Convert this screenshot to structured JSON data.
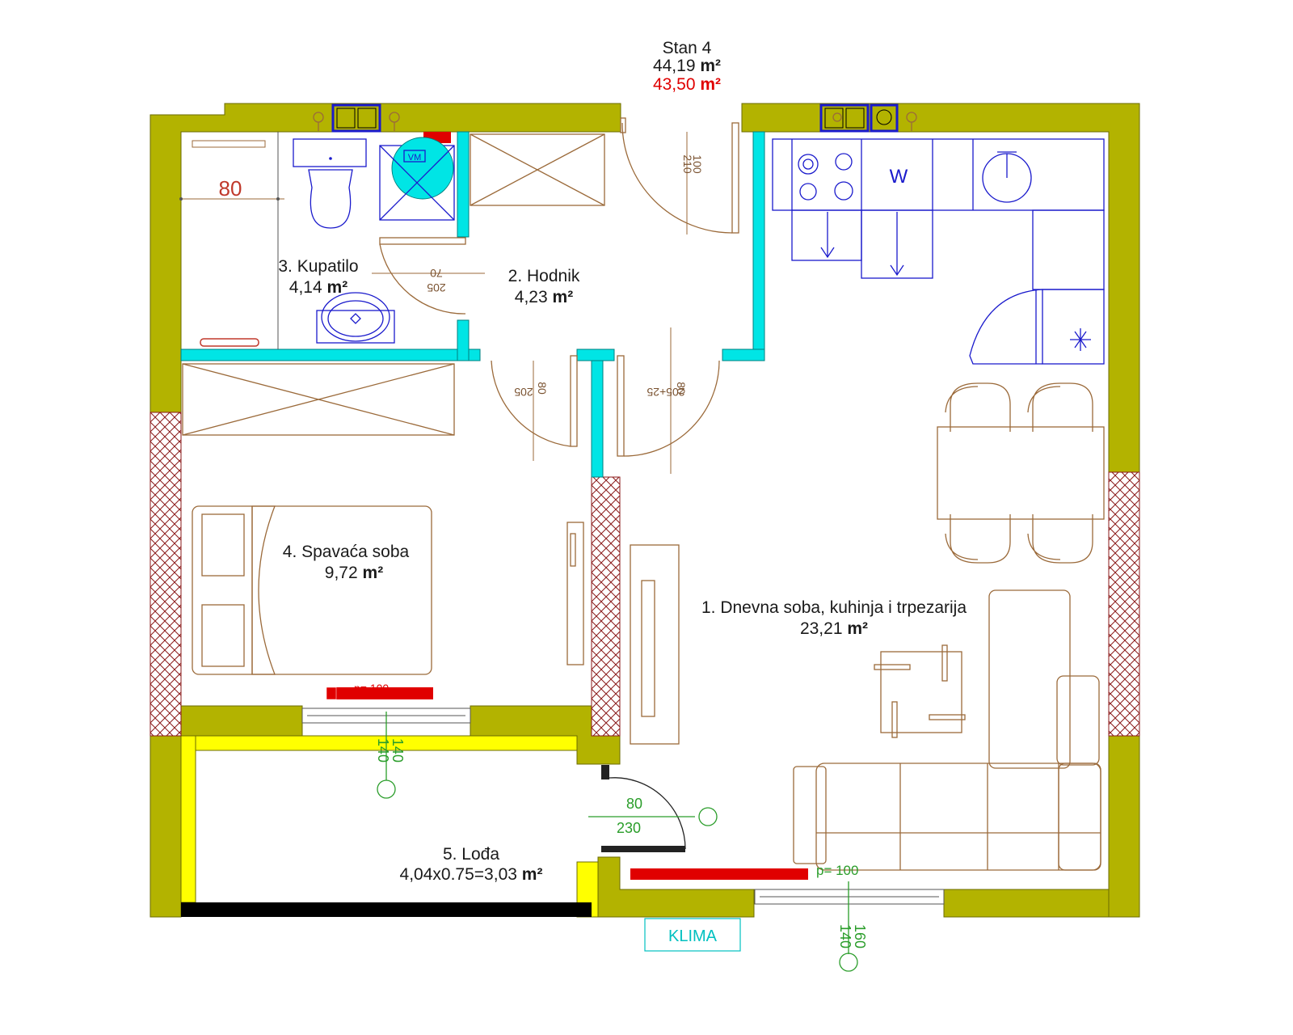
{
  "header": {
    "title": "Stan 4",
    "area_gross_value": "44,19",
    "area_net_value": "43,50",
    "unit": "m²",
    "net_color": "#e00000"
  },
  "rooms": [
    {
      "name": "1. Dnevna soba, kuhinja i trpezarija",
      "area": "23,21",
      "unit": "m²"
    },
    {
      "name": "2. Hodnik",
      "area": "4,23",
      "unit": "m²"
    },
    {
      "name": "3. Kupatilo",
      "area": "4,14",
      "unit": "m²"
    },
    {
      "name": "4. Spavaća soba",
      "area": "9,72",
      "unit": "m²"
    },
    {
      "name": "5. Lođa",
      "area": "4,04x0.75=3,03",
      "unit": "m²"
    }
  ],
  "dimensions": {
    "bath_width": "80",
    "entry_door": [
      "210",
      "100"
    ],
    "bath_door": [
      "70",
      "205"
    ],
    "bedroom_door": [
      "205",
      "80"
    ],
    "living_door": [
      "205+25",
      "80"
    ],
    "bedroom_window": [
      "140",
      "140"
    ],
    "loggia_door": [
      "80",
      "230"
    ],
    "living_window": [
      "140",
      "160"
    ],
    "radiator_bedroom": "p= 100",
    "radiator_living": "p= 100"
  },
  "labels": {
    "washer": "W",
    "wm_tag": "VM",
    "klima": "KLIMA"
  },
  "colors": {
    "wall": "#b3b300",
    "partition": "#00e5e5",
    "furniture": "#9b6a3a",
    "fixtures": "#1a1acc",
    "radiator": "#e00000",
    "dimension_green": "#2a9d2a",
    "loggia_edge": "#ffff00"
  }
}
